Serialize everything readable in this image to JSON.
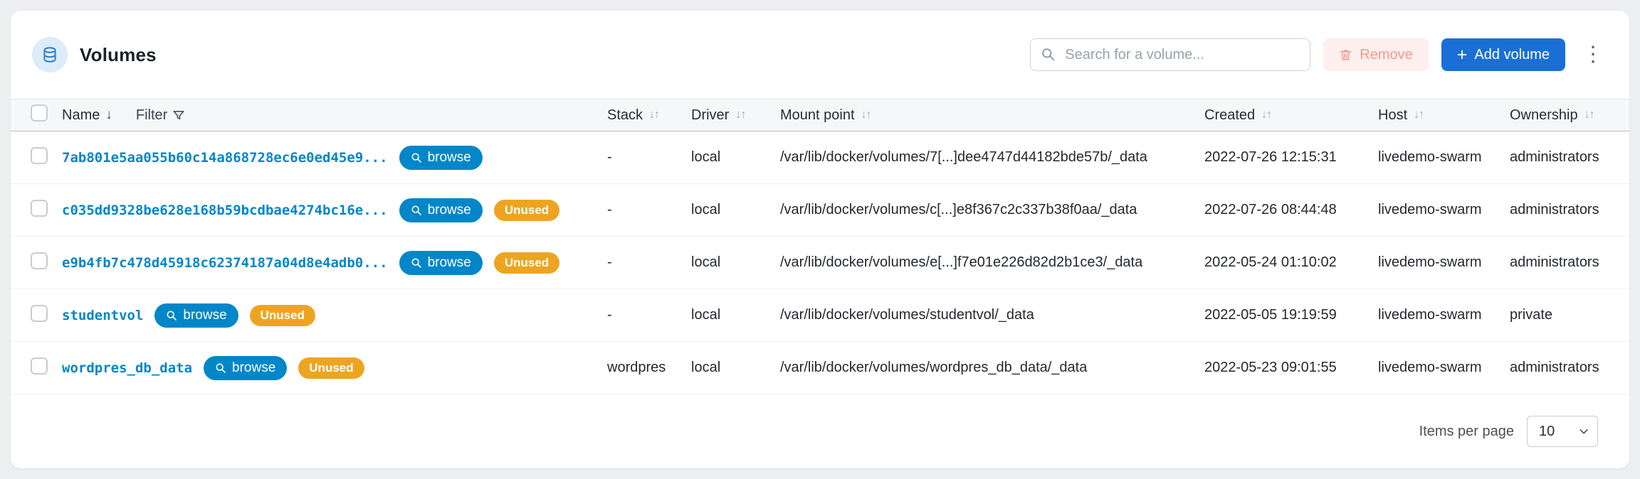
{
  "header": {
    "title": "Volumes",
    "search_placeholder": "Search for a volume...",
    "remove_label": "Remove",
    "add_label": "Add volume"
  },
  "icons": {
    "volumes_icon": "database-cylinder",
    "search_icon": "magnifier",
    "trash_icon": "trash-can",
    "filter_icon": "funnel",
    "chevron_icon": "chevron-down",
    "kebab_glyph": "⋮",
    "plus_glyph": "+",
    "sort_active_glyph": "↓",
    "sort_both_glyph": "↓↑"
  },
  "table": {
    "browse_label": "browse",
    "unused_label": "Unused",
    "columns": {
      "name": "Name",
      "filter": "Filter",
      "stack": "Stack",
      "driver": "Driver",
      "mount": "Mount point",
      "created": "Created",
      "host": "Host",
      "ownership": "Ownership"
    },
    "rows": [
      {
        "name": "7ab801e5aa055b60c14a868728ec6e0ed45e9...",
        "unused": false,
        "stack": "-",
        "driver": "local",
        "mount": "/var/lib/docker/volumes/7[...]dee4747d44182bde57b/_data",
        "created": "2022-07-26 12:15:31",
        "host": "livedemo-swarm",
        "ownership": "administrators"
      },
      {
        "name": "c035dd9328be628e168b59bcdbae4274bc16e...",
        "unused": true,
        "stack": "-",
        "driver": "local",
        "mount": "/var/lib/docker/volumes/c[...]e8f367c2c337b38f0aa/_data",
        "created": "2022-07-26 08:44:48",
        "host": "livedemo-swarm",
        "ownership": "administrators"
      },
      {
        "name": "e9b4fb7c478d45918c62374187a04d8e4adb0...",
        "unused": true,
        "stack": "-",
        "driver": "local",
        "mount": "/var/lib/docker/volumes/e[...]f7e01e226d82d2b1ce3/_data",
        "created": "2022-05-24 01:10:02",
        "host": "livedemo-swarm",
        "ownership": "administrators"
      },
      {
        "name": "studentvol",
        "unused": true,
        "stack": "-",
        "driver": "local",
        "mount": "/var/lib/docker/volumes/studentvol/_data",
        "created": "2022-05-05 19:19:59",
        "host": "livedemo-swarm",
        "ownership": "private"
      },
      {
        "name": "wordpres_db_data",
        "unused": true,
        "stack": "wordpres",
        "driver": "local",
        "mount": "/var/lib/docker/volumes/wordpres_db_data/_data",
        "created": "2022-05-23 09:01:55",
        "host": "livedemo-swarm",
        "ownership": "administrators"
      }
    ]
  },
  "footer": {
    "items_per_page_label": "Items per page",
    "items_per_page_value": "10"
  },
  "colors": {
    "primary_blue": "#1a6fd6",
    "browse_blue": "#0086c9",
    "name_link_blue": "#0086c9",
    "unused_amber": "#eda521",
    "remove_bg": "#fdefed",
    "remove_text": "#f29a92",
    "page_bg": "#eceef0",
    "header_row_bg": "#f6f7f9"
  }
}
